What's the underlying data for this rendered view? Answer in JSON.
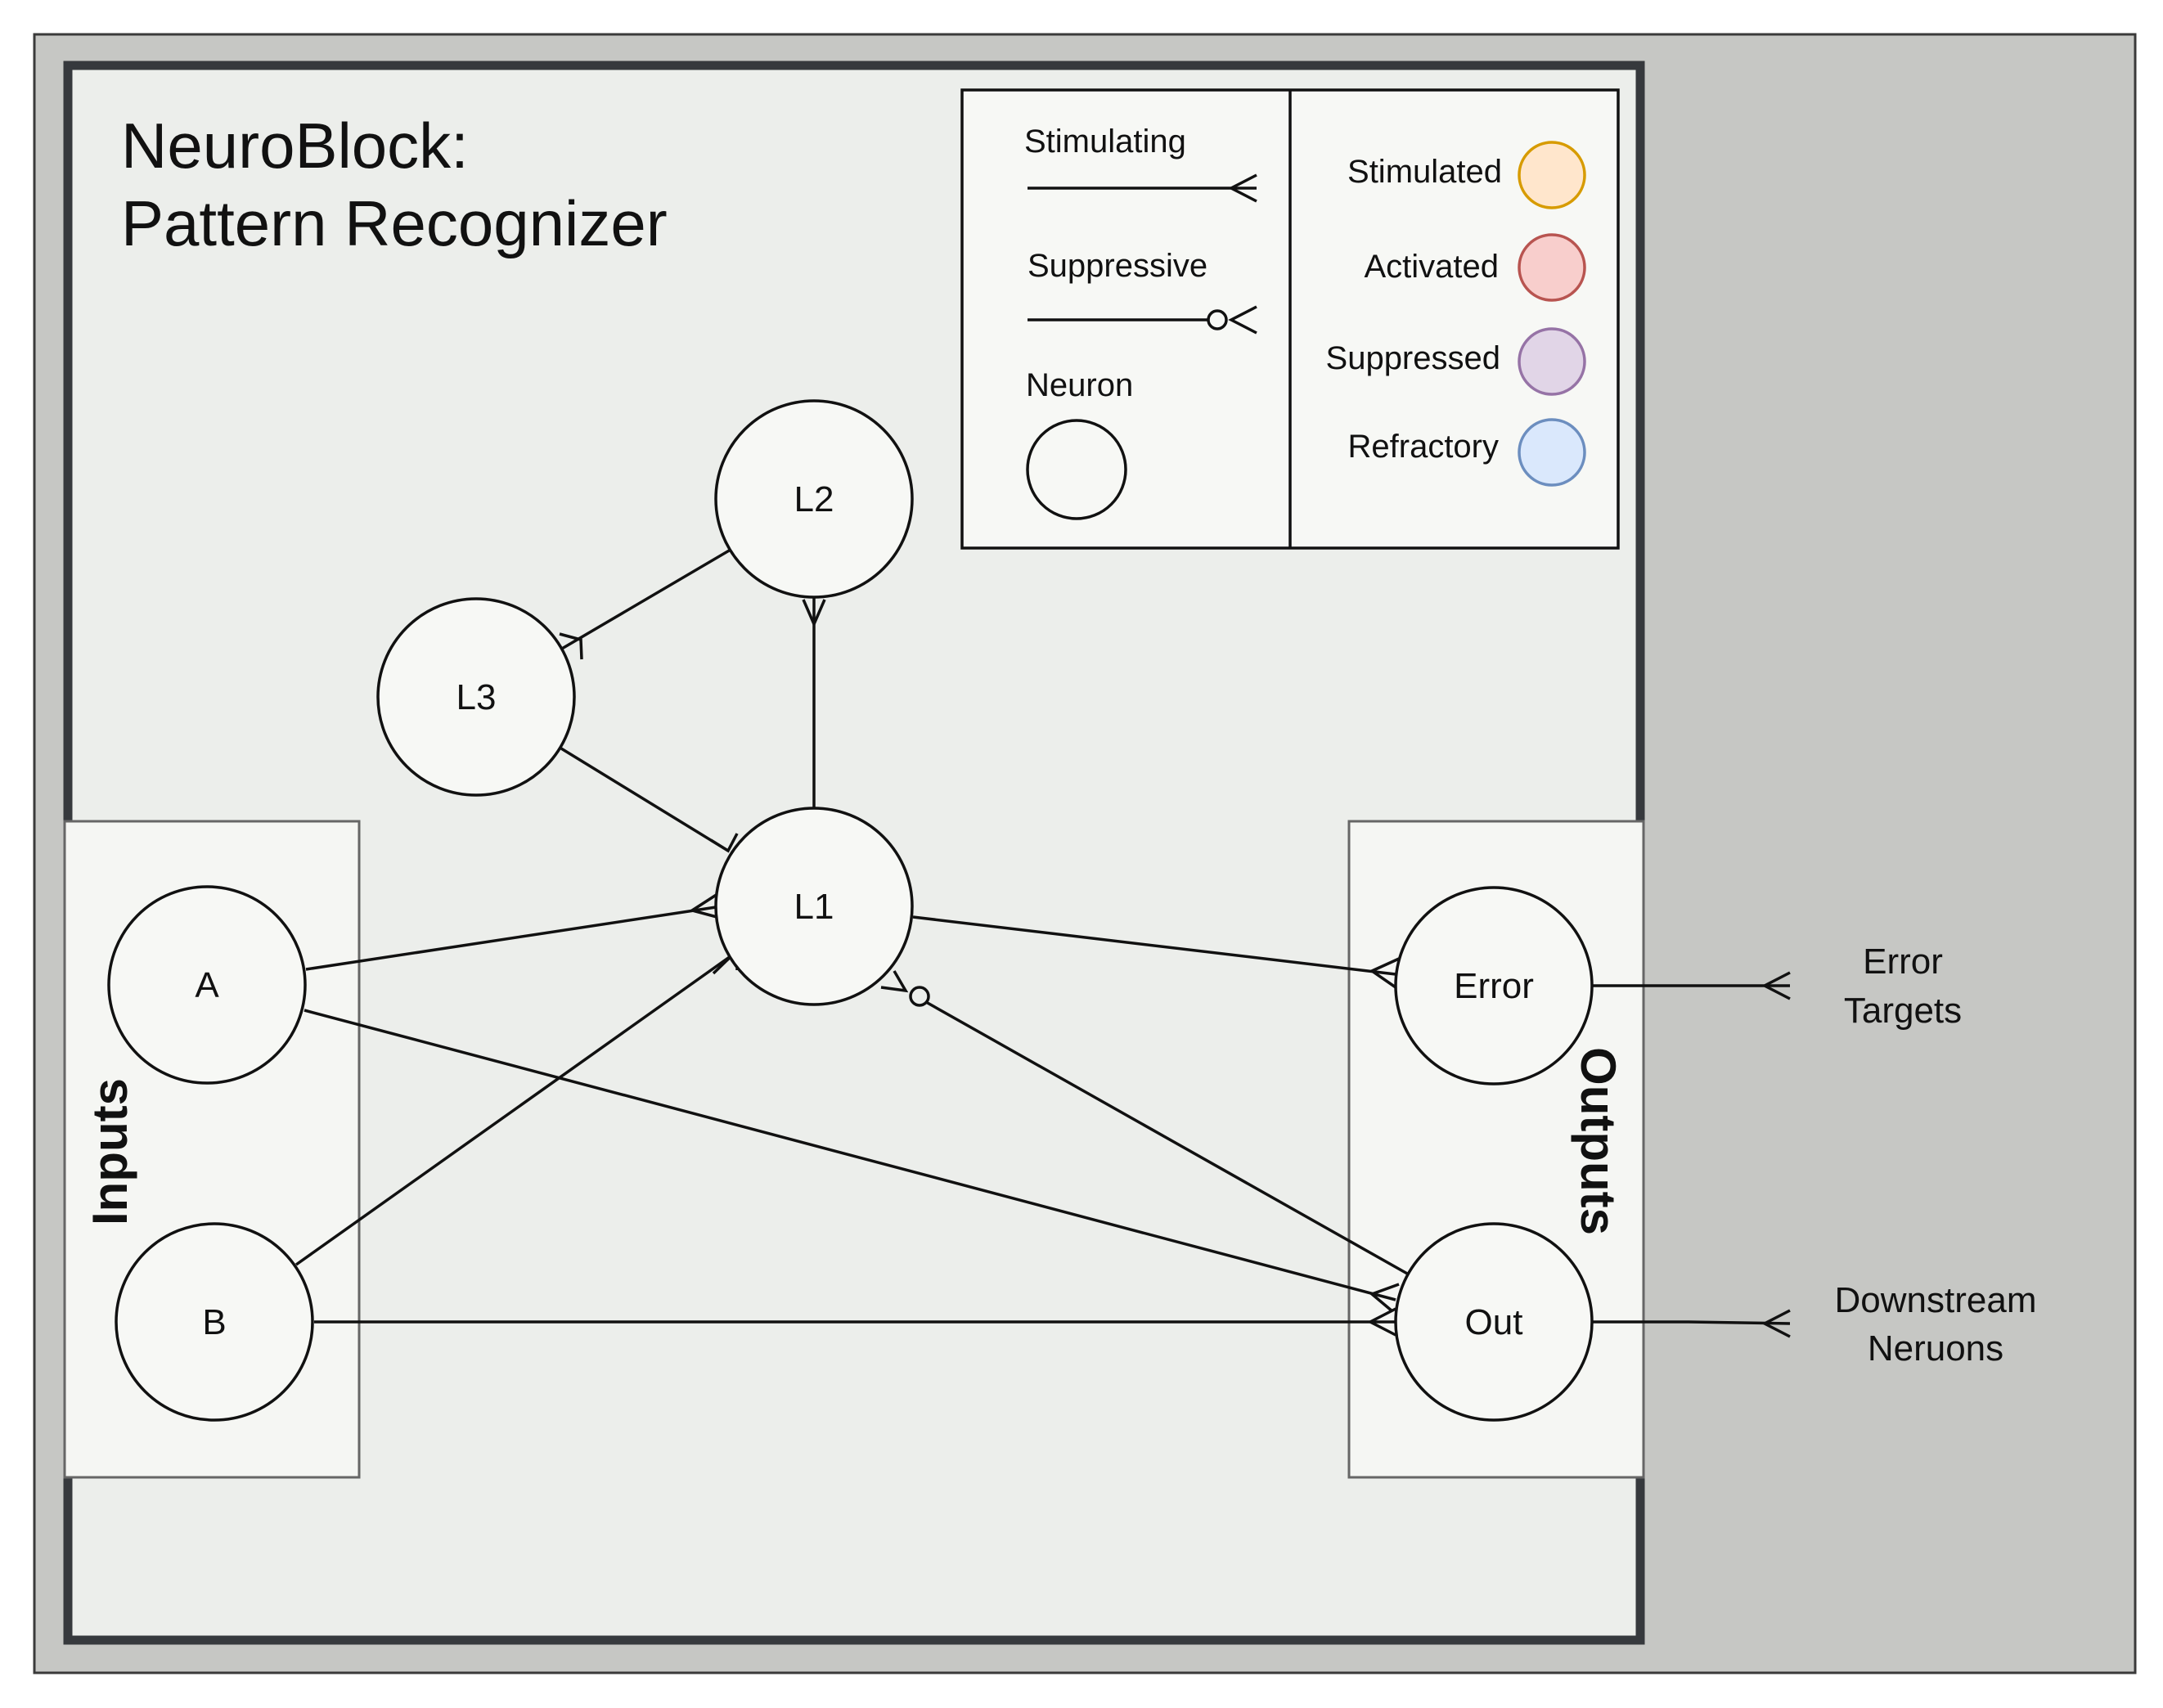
{
  "title": {
    "line1": "NeuroBlock:",
    "line2": "Pattern Recognizer"
  },
  "groups": {
    "inputs": "Inputs",
    "outputs": "Outputs"
  },
  "neurons": {
    "A": "A",
    "B": "B",
    "L1": "L1",
    "L2": "L2",
    "L3": "L3",
    "error": "Error",
    "out": "Out"
  },
  "legend": {
    "stimulating": "Stimulating",
    "suppressive": "Suppressive",
    "neuron": "Neuron",
    "states": [
      {
        "label": "Stimulated",
        "fill": "#ffe6cc",
        "stroke": "#d79b00"
      },
      {
        "label": "Activated",
        "fill": "#f8cecc",
        "stroke": "#b85450"
      },
      {
        "label": "Suppressed",
        "fill": "#e1d5e7",
        "stroke": "#9673a6"
      },
      {
        "label": "Refractory",
        "fill": "#dae8fc",
        "stroke": "#6c8ebf"
      }
    ]
  },
  "external": {
    "error_targets": {
      "line1": "Error",
      "line2": "Targets"
    },
    "downstream": {
      "line1": "Downstream",
      "line2": "Neruons"
    }
  },
  "colors": {
    "outer_background": "#c6c7c4",
    "block_background": "#eceeeb",
    "block_border": "#36393d",
    "panel_background": "#f5f6f3",
    "neuron_fill": "#f7f8f5"
  }
}
